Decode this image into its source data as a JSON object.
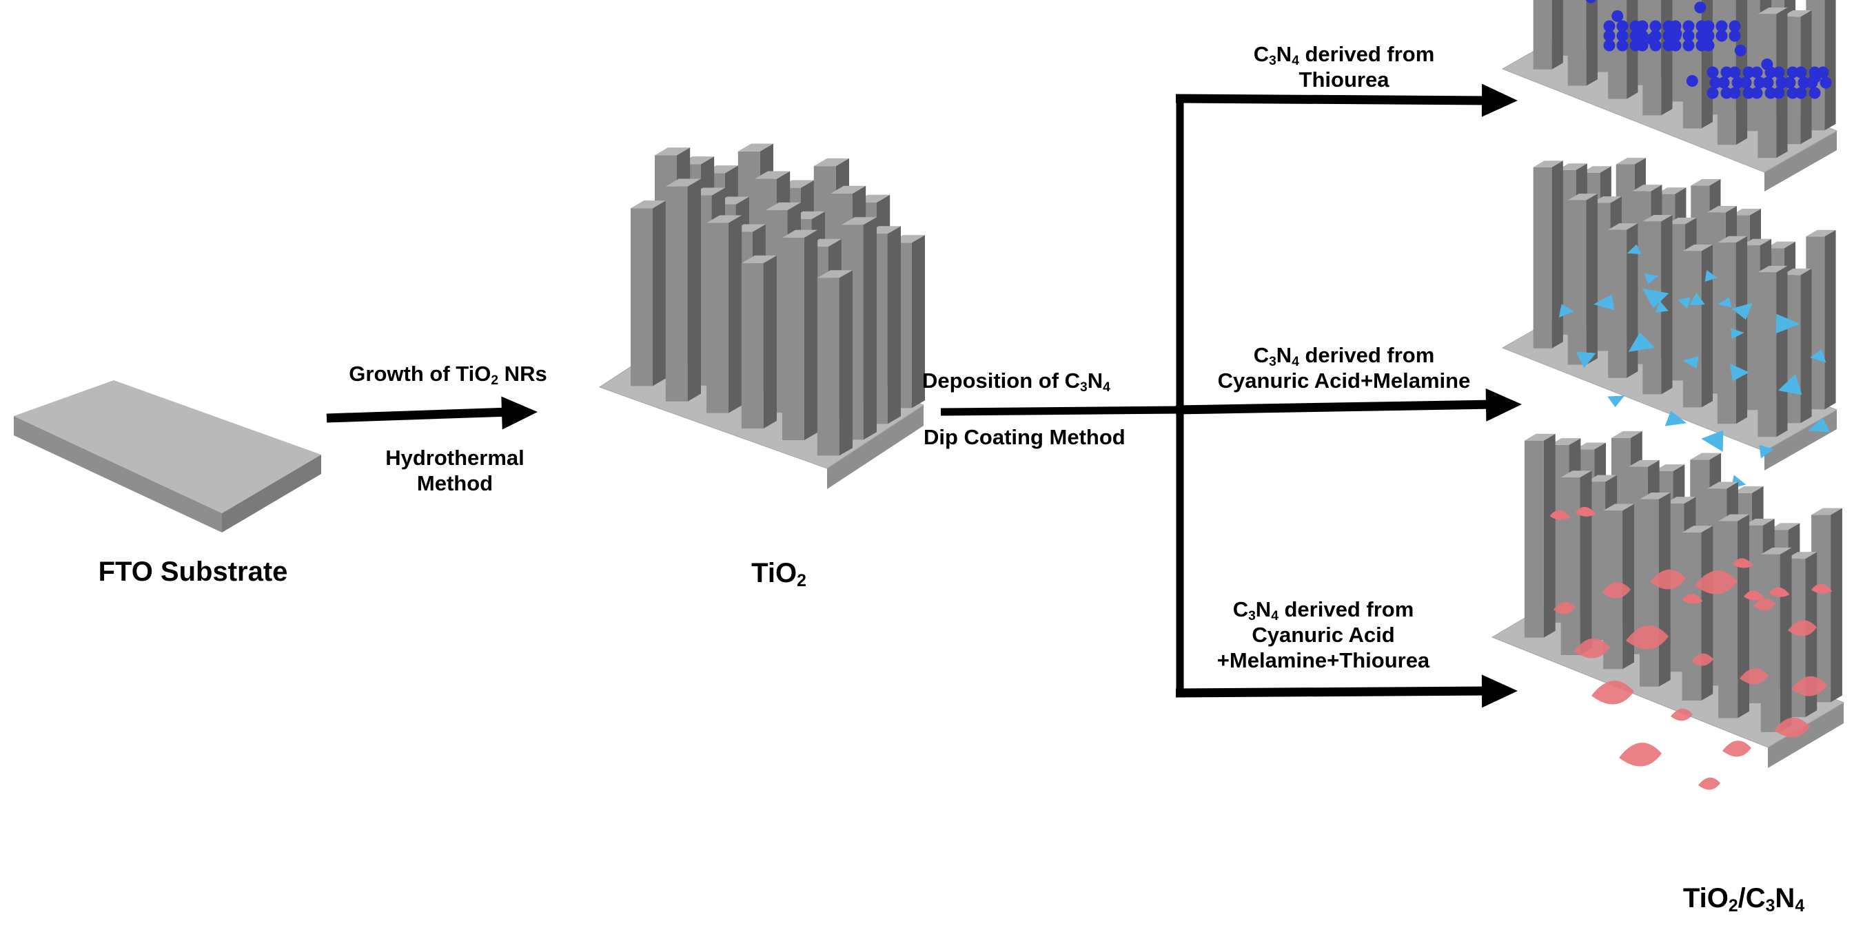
{
  "labels": {
    "fto_substrate": "FTO Substrate",
    "growth_pre": "Growth of TiO",
    "growth_sub": "2",
    "growth_post": " NRs",
    "hydrothermal_1": "Hydrothermal",
    "hydrothermal_2": "Method",
    "tio2_pre": "TiO",
    "tio2_sub": "2",
    "deposition_pre": "Deposition of C",
    "deposition_sub1": "3",
    "deposition_mid": "N",
    "deposition_sub2": "4",
    "dip_coating": "Dip Coating Method",
    "c3n4_c": "C",
    "c3n4_3": "3",
    "c3n4_n": "N",
    "c3n4_4": "4",
    "derived_from": " derived from",
    "branch1_line2": "Thiourea",
    "branch2_line2": "Cyanuric Acid+Melamine",
    "branch3_line2": "Cyanuric Acid",
    "branch3_line3": "+Melamine+Thiourea",
    "final_tio": "TiO",
    "final_2": "2",
    "final_slash_c": "/C",
    "final_3": "3",
    "final_n": "N",
    "final_4": "4"
  },
  "colors": {
    "arrow": "#000000",
    "substrate_top": "#b9b9b9",
    "substrate_front": "#8e8e8e",
    "substrate_side": "#7a7a7a",
    "rod_front": "#8d8d8d",
    "rod_side": "#606060",
    "rod_top": "#b4b4b4",
    "thiourea_dots": "#2a2fd6",
    "melamine_flakes": "#4fb6e8",
    "mixed_sheets": "#e8737a"
  },
  "icons": {
    "substrate": "flat-slab",
    "nanorod": "square-prism",
    "c3n4_thiourea": "spheres",
    "c3n4_melamine": "triangular-flakes",
    "c3n4_mixed": "curled-sheets"
  }
}
